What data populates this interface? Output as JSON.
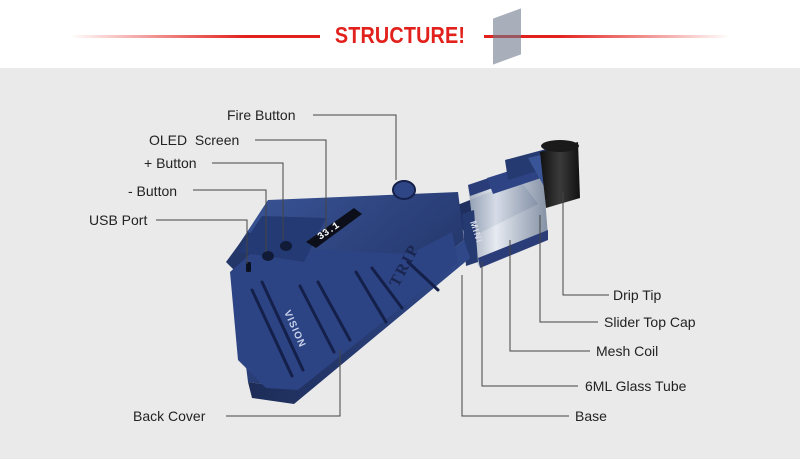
{
  "header": {
    "title": "STRUCTURE!"
  },
  "device": {
    "brand_mark": "VISION",
    "model_mark": "TRIP",
    "screen_readout": "33.1",
    "tank_mark": "MINI"
  },
  "callouts": {
    "fire_button": "Fire Button",
    "oled_screen": "OLED  Screen",
    "plus_button": "+ Button",
    "minus_button": "- Button",
    "usb_port": "USB Port",
    "back_cover": "Back Cover",
    "drip_tip": "Drip Tip",
    "slider_top_cap": "Slider Top Cap",
    "mesh_coil": "Mesh Coil",
    "glass_tube": "6ML Glass Tube",
    "base": "Base"
  },
  "colors": {
    "accent": "#e2211c",
    "panel": "#eaeaea",
    "device_blue": "#2a3f78",
    "leader_line": "#444444"
  }
}
